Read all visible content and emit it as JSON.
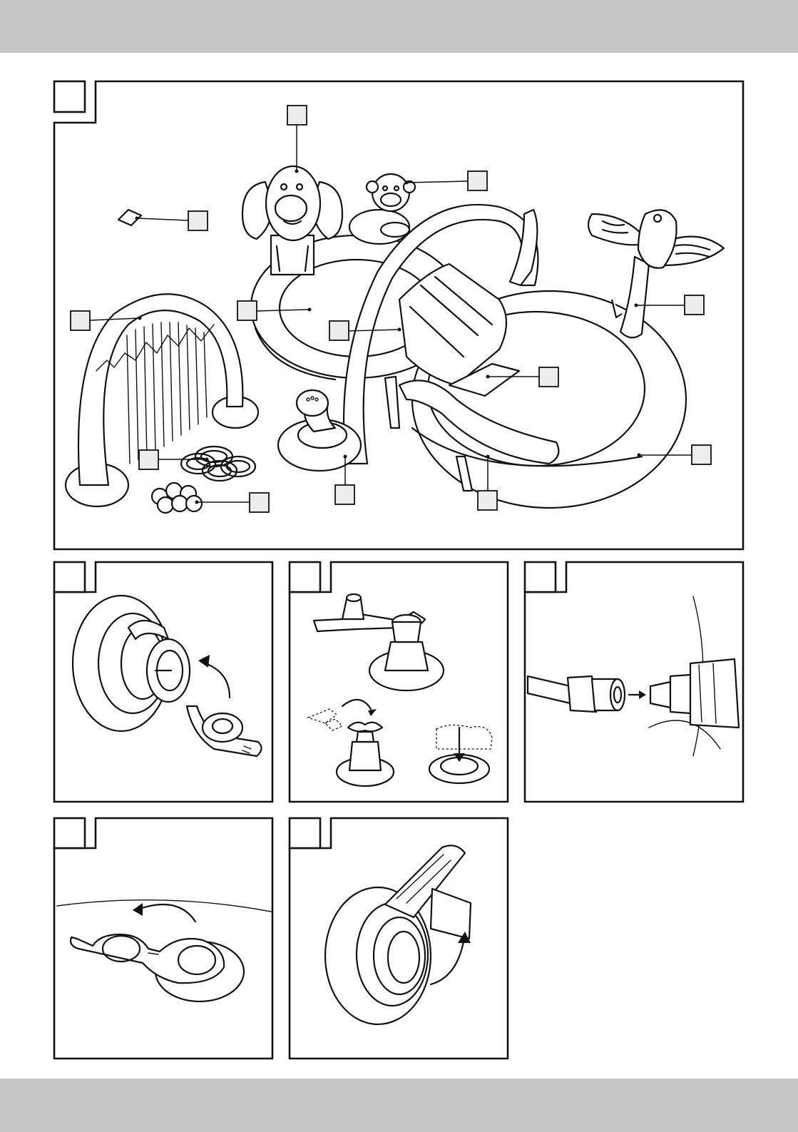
{
  "page": {
    "band_color": "#c6c6c6",
    "line_color": "#111111",
    "callout_fill": "#ececec"
  },
  "figures": [
    {
      "id": "figure-main-assembly",
      "label": ""
    },
    {
      "id": "figure-valve-open",
      "label": ""
    },
    {
      "id": "figure-valve-plug",
      "label": ""
    },
    {
      "id": "figure-hose-connector",
      "label": ""
    },
    {
      "id": "figure-valve-cap",
      "label": ""
    },
    {
      "id": "figure-valve-close",
      "label": ""
    }
  ],
  "callouts": [
    {
      "part": "gorilla-sprayer",
      "label": ""
    },
    {
      "part": "monkey-figure",
      "label": ""
    },
    {
      "part": "repair-patch",
      "label": ""
    },
    {
      "part": "parrot-figure",
      "label": ""
    },
    {
      "part": "archway-sprayer",
      "label": ""
    },
    {
      "part": "inner-pool",
      "label": ""
    },
    {
      "part": "slide",
      "label": ""
    },
    {
      "part": "slide-mat",
      "label": ""
    },
    {
      "part": "outer-pool-ring",
      "label": ""
    },
    {
      "part": "ring-toss-rings",
      "label": ""
    },
    {
      "part": "play-balls",
      "label": ""
    },
    {
      "part": "snake-sprayer",
      "label": ""
    },
    {
      "part": "water-hose-tube",
      "label": ""
    }
  ]
}
